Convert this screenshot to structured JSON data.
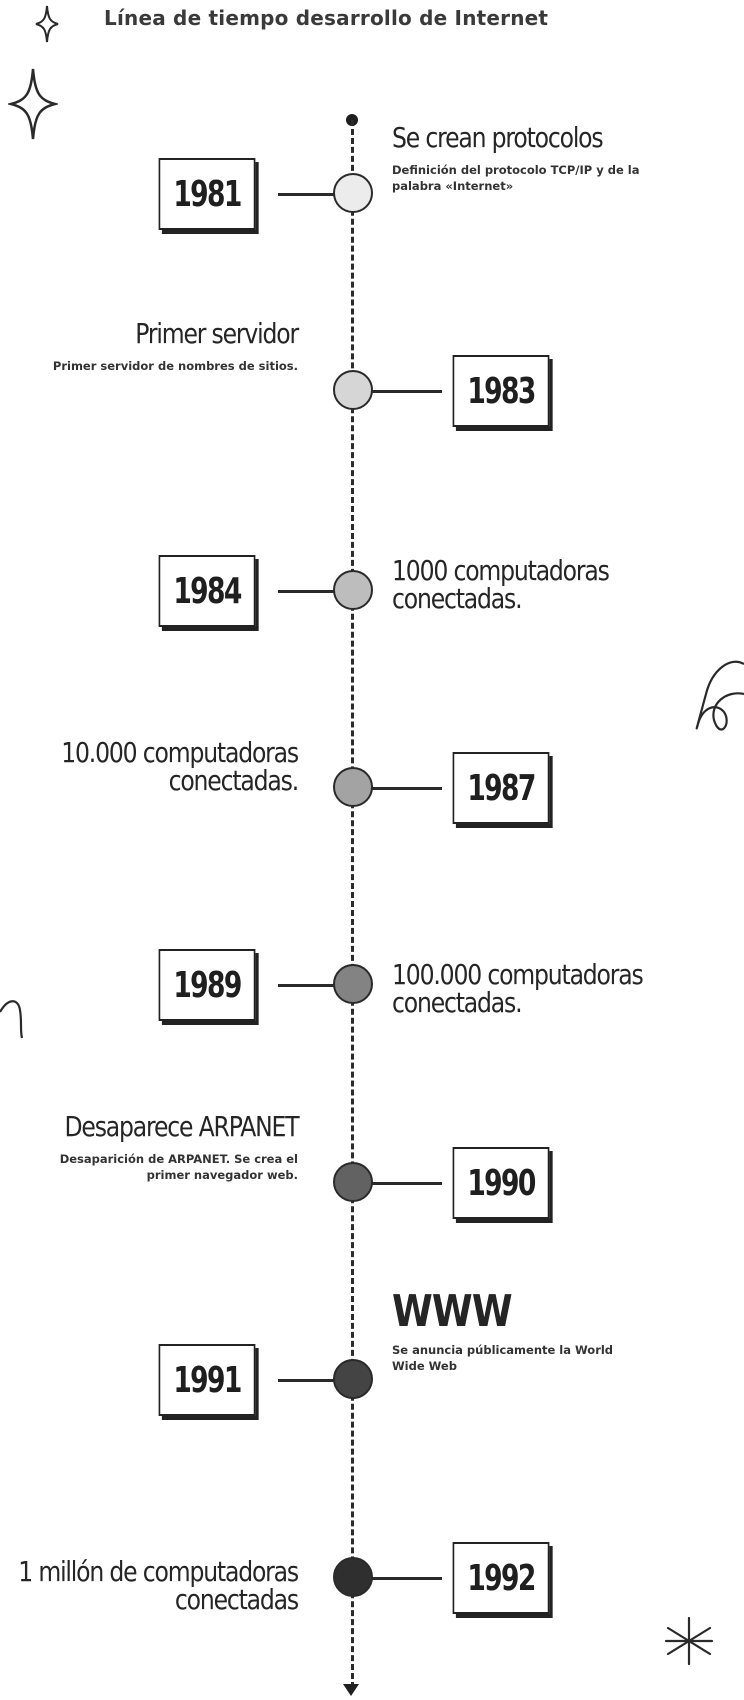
{
  "title": "Línea de tiempo desarrollo de Internet",
  "events": [
    {
      "year": "1981",
      "title": "Se crean protocolos",
      "description": "Definición del protocolo TCP/IP y de la palabra «Internet»",
      "node_color": "#ececec"
    },
    {
      "year": "1983",
      "title": "Primer servidor",
      "description": "Primer servidor de nombres de sitios.",
      "node_color": "#d6d6d6"
    },
    {
      "year": "1984",
      "title": "1000 computadoras conectadas.",
      "description": "",
      "node_color": "#bdbdbd"
    },
    {
      "year": "1987",
      "title": "10.000 computadoras conectadas.",
      "description": "",
      "node_color": "#a3a3a3"
    },
    {
      "year": "1989",
      "title": "100.000 computadoras conectadas.",
      "description": "",
      "node_color": "#838383"
    },
    {
      "year": "1990",
      "title": "Desaparece ARPANET",
      "description": "Desaparición de ARPANET. Se crea el primer navegador web.",
      "node_color": "#626262"
    },
    {
      "year": "1991",
      "title": "WWW",
      "description": "Se anuncia públicamente la World Wide Web",
      "node_color": "#444444"
    },
    {
      "year": "1992",
      "title": "1 millón de computadoras conectadas",
      "description": "",
      "node_color": "#2f2f2f"
    }
  ],
  "decorations": [
    "sparkle-icon",
    "squiggle-icon",
    "asterisk-icon"
  ]
}
